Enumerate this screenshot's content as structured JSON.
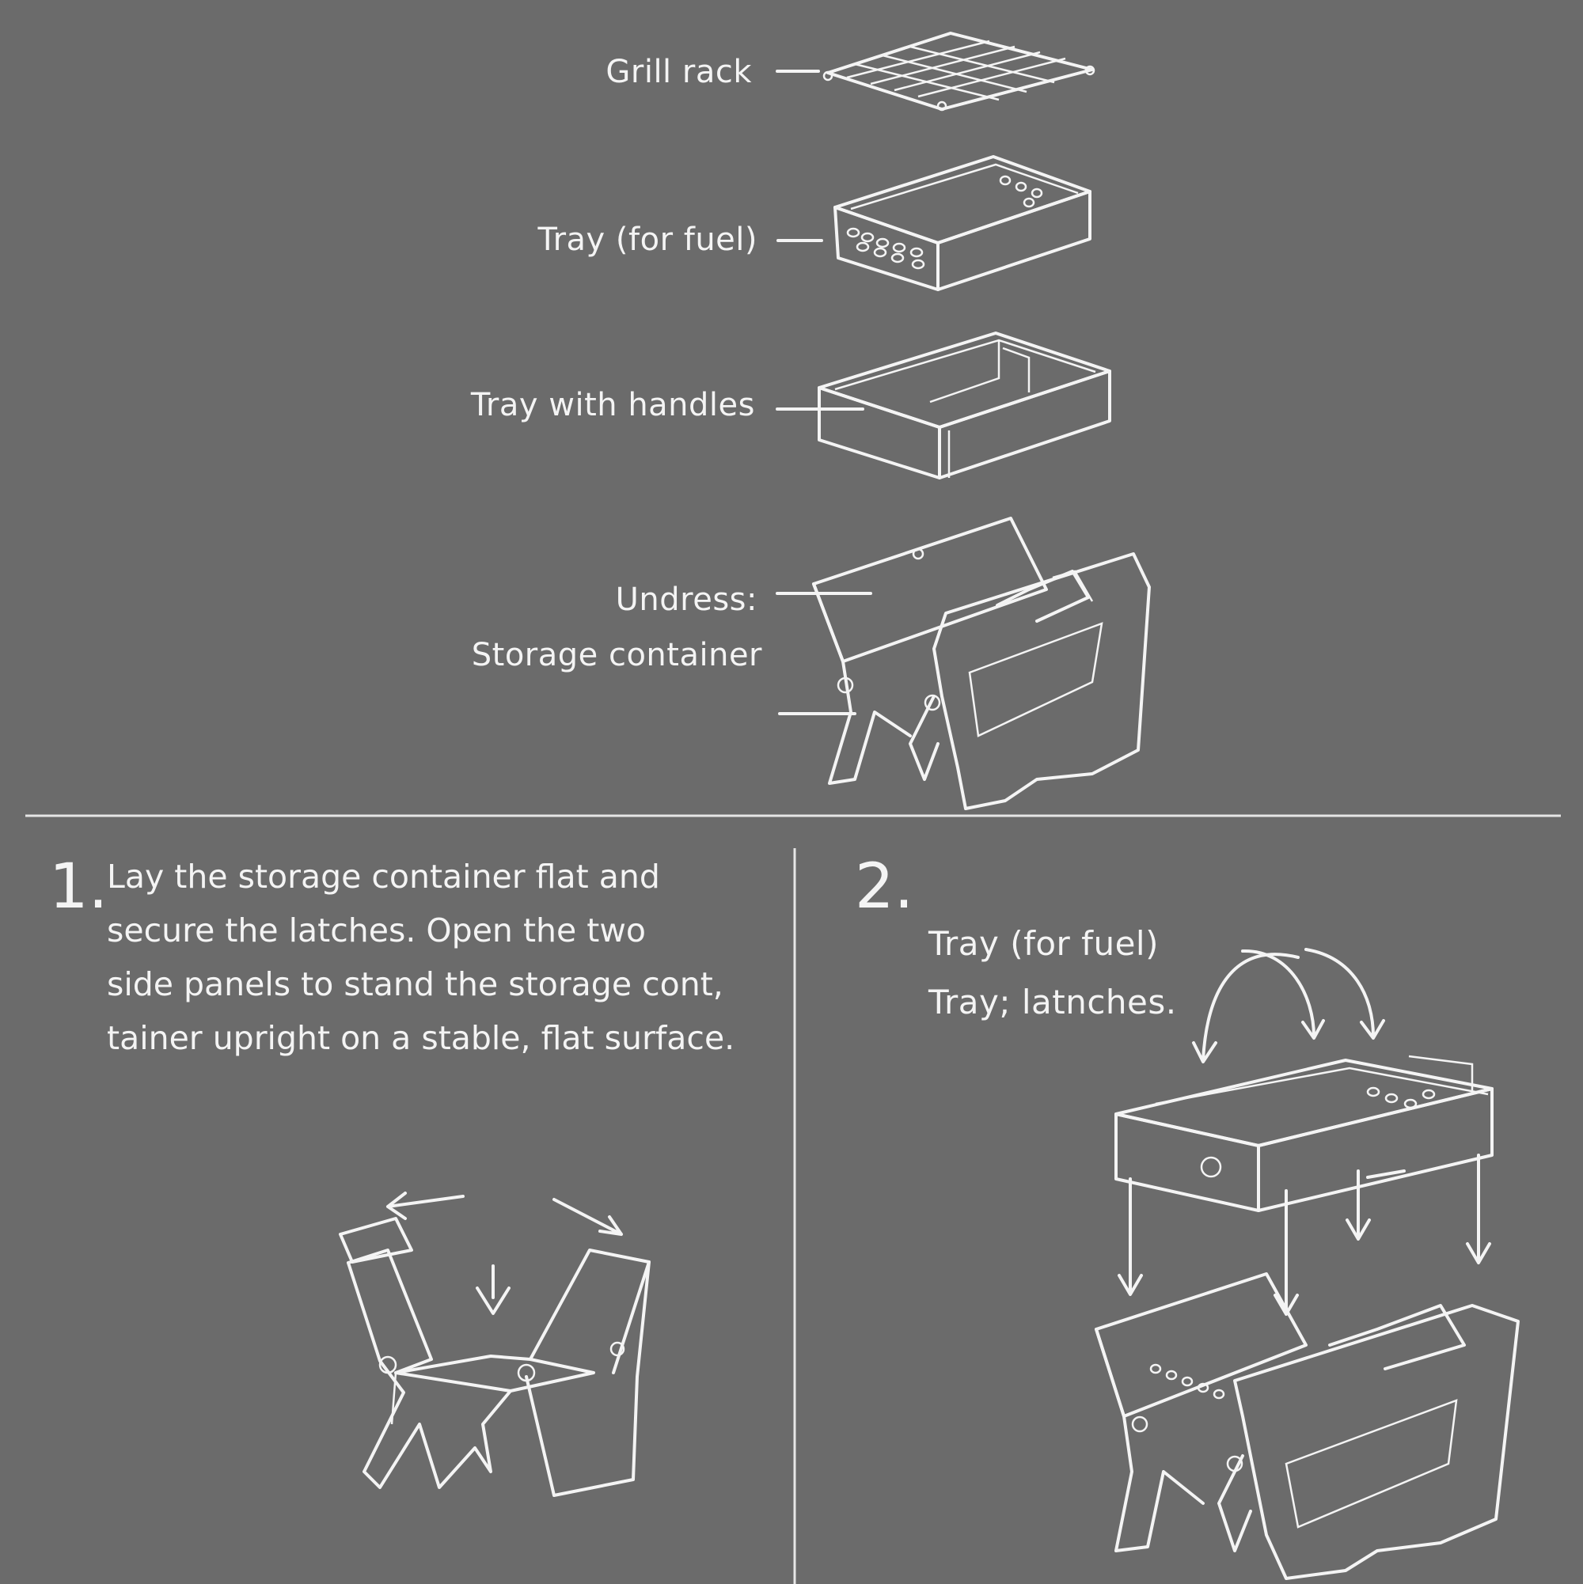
{
  "parts": {
    "grill_rack": "Grill rack",
    "tray_fuel": "Tray (for fuel)",
    "tray_handles": "Tray with handles",
    "undress": "Undress:",
    "storage_container": "Storage container"
  },
  "step1": {
    "number": "1.",
    "lines": [
      "Lay the storage container flat and",
      "secure the latches. Open the two",
      "side panels to stand the storage cont,",
      "tainer upright on a stable, flat surface."
    ]
  },
  "step2": {
    "number": "2.",
    "label_tray": "Tray (for fuel)",
    "label_latches": "Tray; latnches."
  }
}
